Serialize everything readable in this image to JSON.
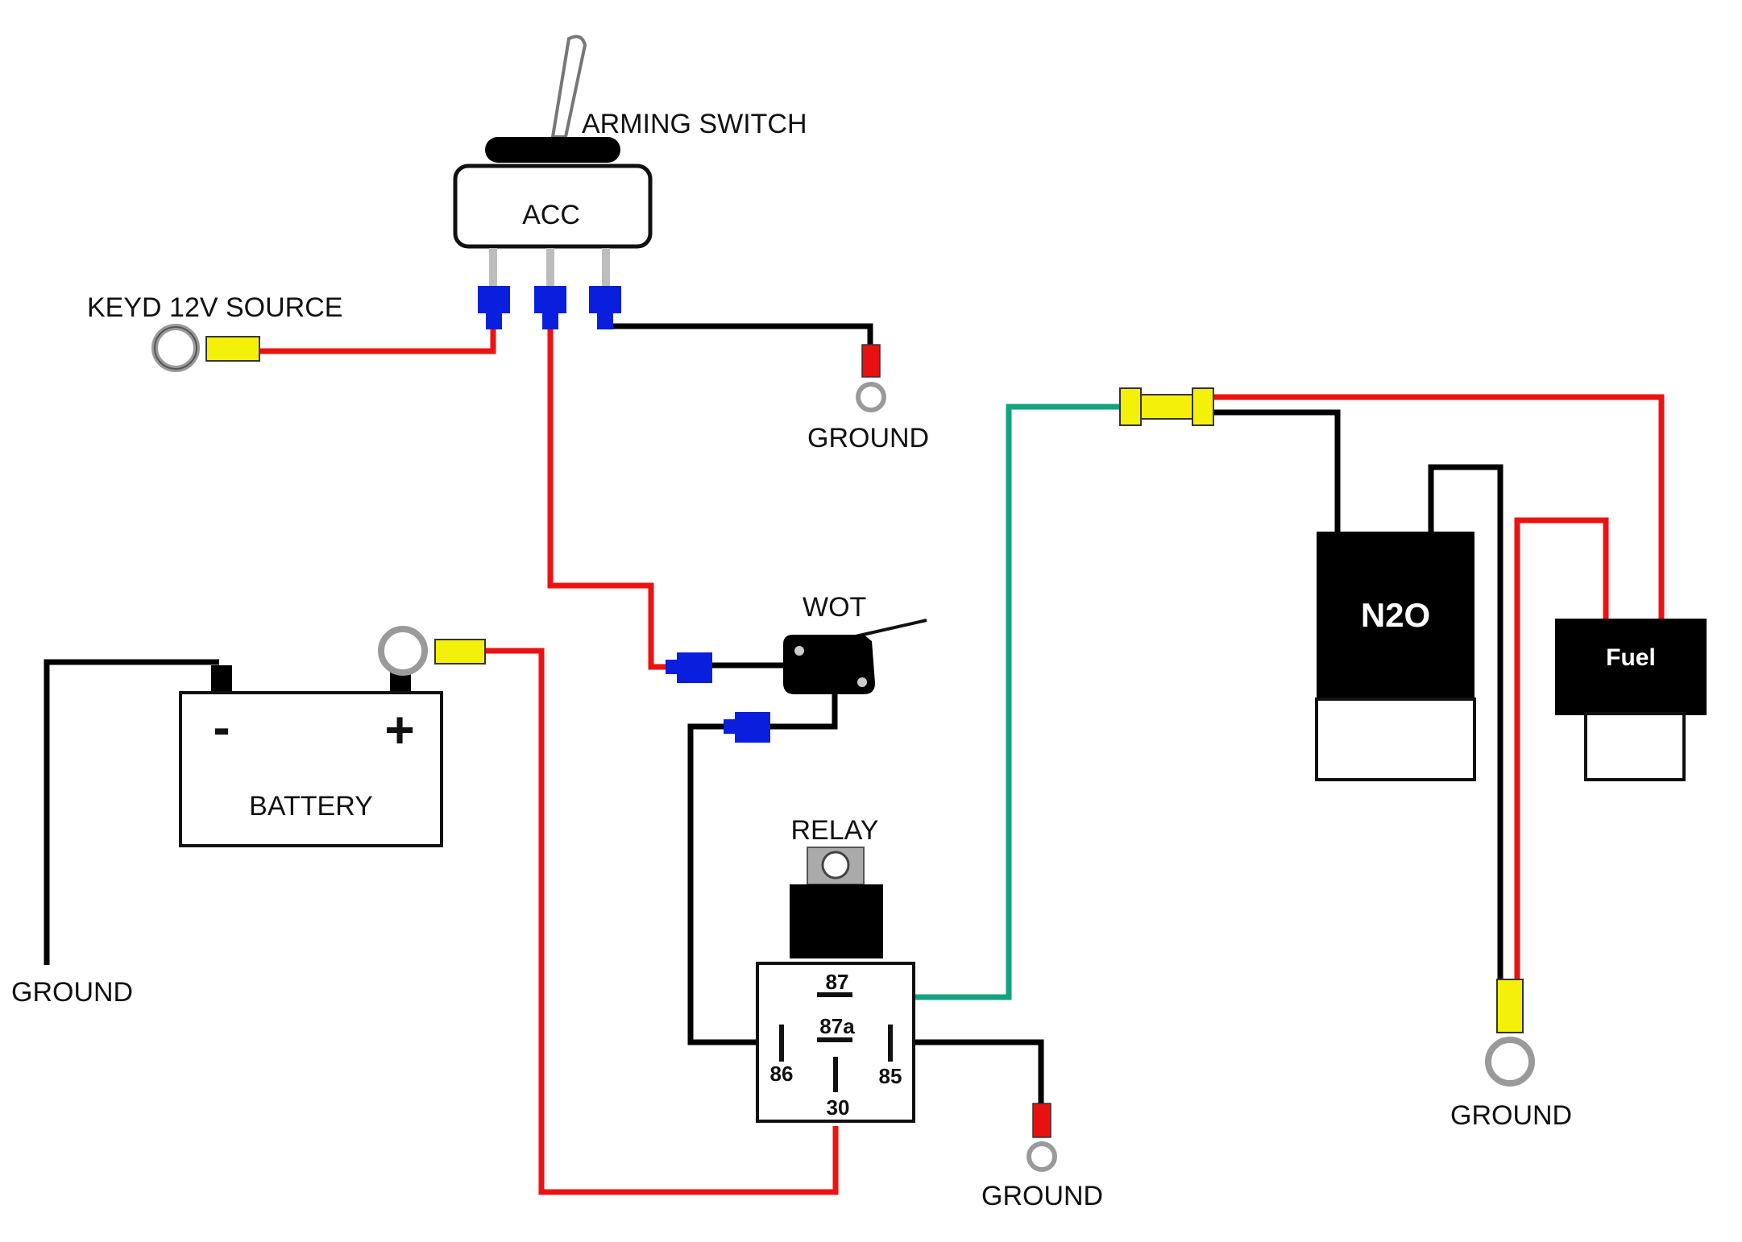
{
  "diagram": {
    "labels": {
      "arming_switch": "ARMING SWITCH",
      "acc": "ACC",
      "key_source": "KEYD 12V SOURCE",
      "ground_switch": "GROUND",
      "wot": "WOT",
      "battery": "BATTERY",
      "battery_minus": "-",
      "battery_plus": "+",
      "ground_battery": "GROUND",
      "relay": "RELAY",
      "ground_relay": "GROUND",
      "n2o": "N2O",
      "fuel": "Fuel",
      "ground_solenoids": "GROUND"
    },
    "relay_pins": {
      "p87": "87",
      "p87a": "87a",
      "p86": "86",
      "p85": "85",
      "p30": "30"
    },
    "colors": {
      "wire_red": "#ee1111",
      "wire_black": "#000000",
      "wire_green": "#11a37f",
      "connector_blue": "#0a1fdd",
      "connector_yellow": "#f5f00a",
      "connector_red": "#e81010",
      "ring_gray": "#9a9a9a",
      "component_black": "#000000"
    }
  }
}
